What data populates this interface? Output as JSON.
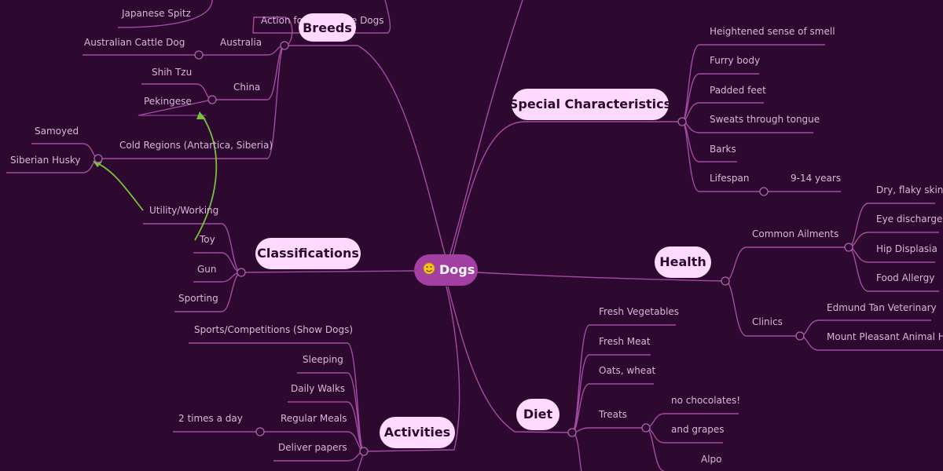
{
  "colors": {
    "background": "#2d0930",
    "branch": "#a54aa5",
    "topic_fill": "#ffd9ff",
    "center_fill": "#a33ea3",
    "relationship": "#78c23a"
  },
  "center": {
    "emoji_icon": "smiley-face-icon",
    "label": "Dogs"
  },
  "main_topics": {
    "breeds": "Breeds",
    "special_characteristics": "Special Characteristics",
    "classifications": "Classifications",
    "health": "Health",
    "activities": "Activities",
    "diet": "Diet"
  },
  "breeds": {
    "japanese_spitz": "Japanese Spitz",
    "action_for_singapore_dogs": "Action for Singapore Dogs",
    "australian_cattle_dog": "Australian Cattle Dog",
    "australia": "Australia",
    "shih_tzu": "Shih Tzu",
    "china": "China",
    "pekingese": "Pekingese",
    "samoyed": "Samoyed",
    "cold_regions": "Cold Regions (Antartica, Siberia)",
    "siberian_husky": "Siberian Husky"
  },
  "special_characteristics": {
    "smell": "Heightened sense of smell",
    "furry": "Furry body",
    "padded": "Padded feet",
    "sweats": "Sweats through tongue",
    "barks": "Barks",
    "lifespan": "Lifespan",
    "lifespan_value": "9-14 years"
  },
  "health": {
    "common_ailments": "Common Ailments",
    "ailments": [
      "Dry, flaky skin",
      "Eye discharge",
      "Hip Displasia",
      "Food Allergy"
    ],
    "clinics": "Clinics",
    "clinic_list": [
      "Edmund Tan Veterinary",
      "Mount Pleasant Animal Hosp"
    ]
  },
  "classifications": {
    "utility": "Utility/Working",
    "toy": "Toy",
    "gun": "Gun",
    "sporting": "Sporting"
  },
  "activities": {
    "sports": "Sports/Competitions (Show Dogs)",
    "sleeping": "Sleeping",
    "walks": "Daily Walks",
    "meals": "Regular Meals",
    "meals_detail": "2 times a day",
    "papers": "Deliver papers"
  },
  "diet": {
    "vegetables": "Fresh Vegetables",
    "meat": "Fresh Meat",
    "oats": "Oats, wheat",
    "treats": "Treats",
    "no_choc": "no chocolates!",
    "grapes": "and grapes",
    "alpo": "Alpo"
  }
}
